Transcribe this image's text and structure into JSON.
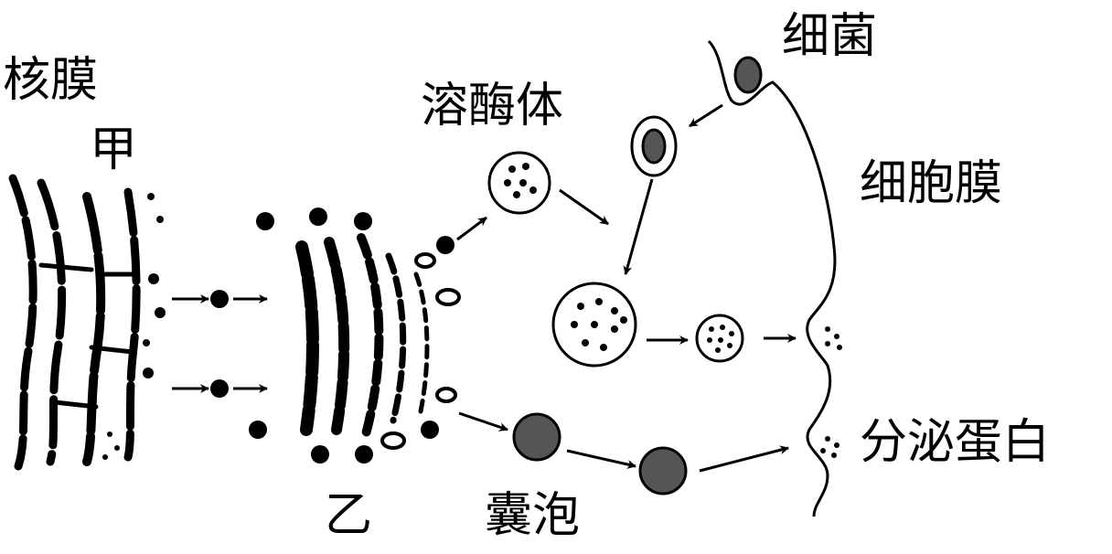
{
  "labels": {
    "nuclear_membrane": "核膜",
    "jia": "甲",
    "lysosome": "溶酶体",
    "bacterium": "细菌",
    "cell_membrane": "细胞膜",
    "secreted_protein": "分泌蛋白",
    "yi": "乙",
    "vesicle": "囊泡"
  },
  "colors": {
    "ink": "#000000",
    "vesicle_fill": "#555555"
  }
}
